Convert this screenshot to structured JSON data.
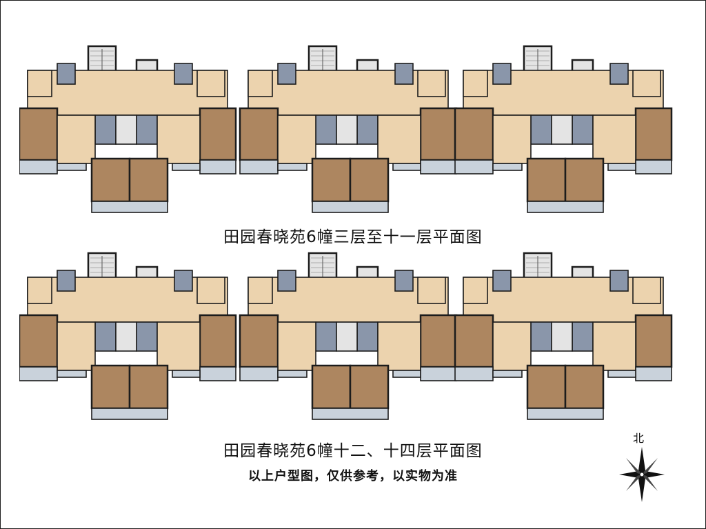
{
  "plans": [
    {
      "id": "upper",
      "caption": "田园春晓苑6幢三层至十一层平面图"
    },
    {
      "id": "lower",
      "caption": "田园春晓苑6幢十二、十四层平面图"
    }
  ],
  "disclaimer": "以上户型图，仅供参考，以实物为准",
  "compass": {
    "label": "北"
  },
  "colors": {
    "bedroom": "#ad8660",
    "living": "#ecd3ae",
    "bath": "#8a96aa",
    "balcony": "#c9d2db",
    "stair": "#e4e4e4",
    "wall": "#1c1c1c"
  }
}
